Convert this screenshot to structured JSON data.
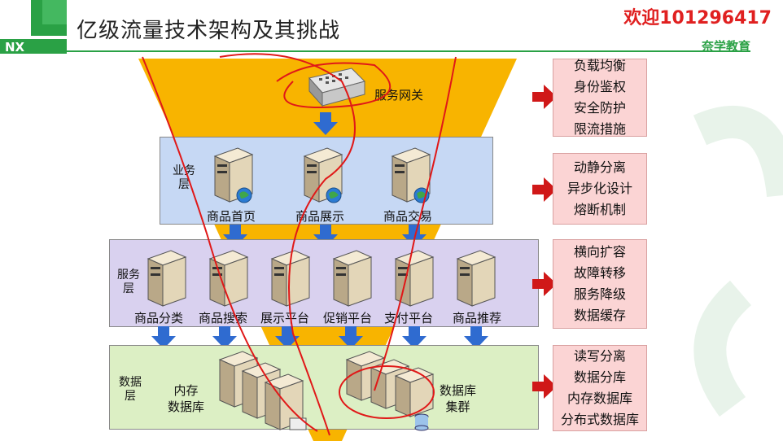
{
  "header": {
    "logo_text": "NX",
    "title": "亿级流量技术架构及其挑战",
    "welcome": "欢迎101296417",
    "org": "奈学教育"
  },
  "gateway": {
    "label": "服务网关"
  },
  "business_layer": {
    "label": "业务\n层",
    "items": [
      "商品首页",
      "商品展示",
      "商品交易"
    ]
  },
  "service_layer": {
    "label": "服务\n层",
    "items": [
      "商品分类",
      "商品搜索",
      "展示平台",
      "促销平台",
      "支付平台",
      "商品推荐"
    ]
  },
  "data_layer": {
    "label": "数据\n层",
    "memory_db": "内存\n数据库",
    "db_cluster": "数据库\n集群"
  },
  "challenges": [
    {
      "items": [
        "负载均衡",
        "身份鉴权",
        "安全防护",
        "限流措施"
      ]
    },
    {
      "items": [
        "动静分离",
        "异步化设计",
        "熔断机制"
      ]
    },
    {
      "items": [
        "横向扩容",
        "故障转移",
        "服务降级",
        "数据缓存"
      ]
    },
    {
      "items": [
        "读写分离",
        "数据分库",
        "内存数据库",
        "分布式数据库"
      ]
    }
  ],
  "colors": {
    "accent": "#2aa145",
    "funnel": "#f8b400",
    "business": "#c6d8f4",
    "service": "#d9d1ef",
    "data": "#dcefc4",
    "note": "#fbd4d4",
    "arrow": "#2f6bd0",
    "red_arrow": "#d01818"
  }
}
